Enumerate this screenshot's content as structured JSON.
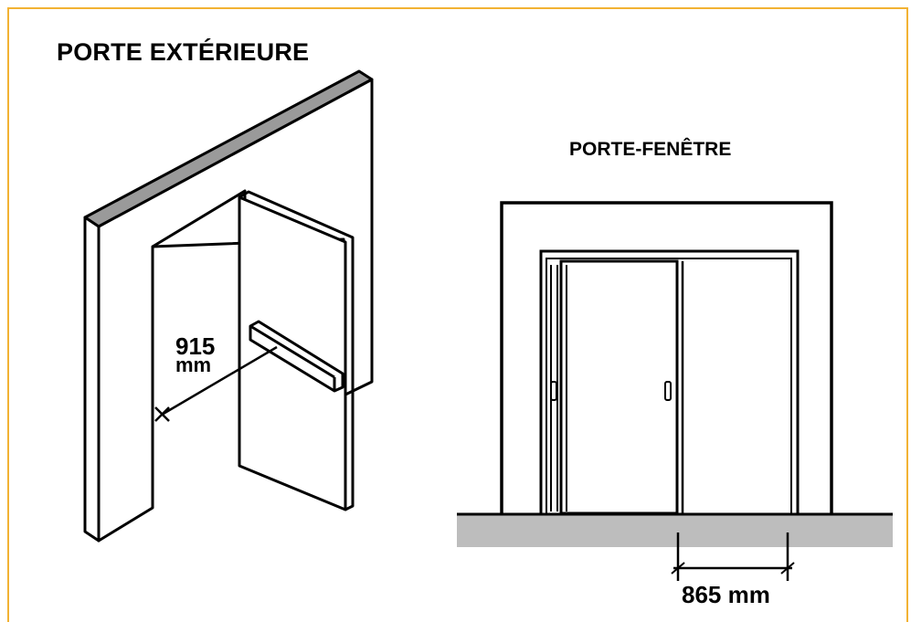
{
  "colors": {
    "frame": "#f2b233",
    "wall_edge": "#9a9a9a",
    "ground": "#bdbdbd",
    "line": "#000000"
  },
  "exterior_door": {
    "title": "PORTE EXTÉRIEURE",
    "width_value": "915",
    "width_unit": "mm"
  },
  "patio_door": {
    "title": "PORTE-FENÊTRE",
    "width_label": "865 mm"
  }
}
